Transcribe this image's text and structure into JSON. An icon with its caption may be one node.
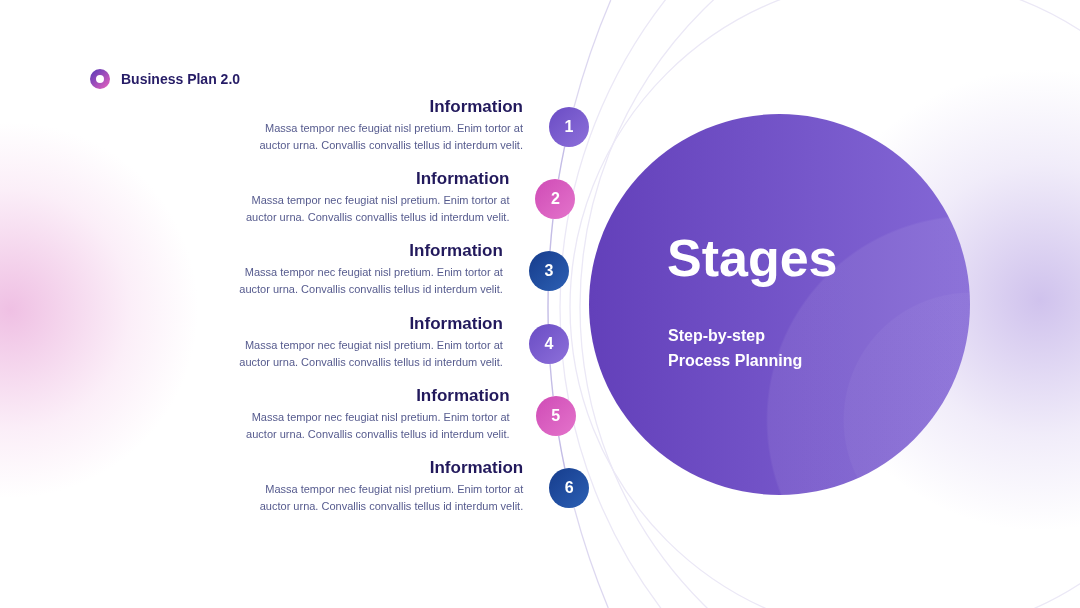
{
  "diagram": {
    "title": "Business Plan 2.0",
    "nodes": [
      {
        "text": [
          "1"
        ],
        "beside": [
          "Information",
          "Massa tempor nec feugiat nisl pretium. Enim tortor at auctor urna. Convallis convallis tellus id interdum velit."
        ]
      },
      {
        "text": [
          "2"
        ],
        "beside": [
          "Information",
          "Massa tempor nec feugiat nisl pretium. Enim tortor at auctor urna. Convallis convallis tellus id interdum velit."
        ]
      },
      {
        "text": [
          "3"
        ],
        "beside": [
          "Information",
          "Massa tempor nec feugiat nisl pretium. Enim tortor at auctor urna. Convallis convallis tellus id interdum velit."
        ]
      },
      {
        "text": [
          "4"
        ],
        "beside": [
          "Information",
          "Massa tempor nec feugiat nisl pretium. Enim tortor at auctor urna. Convallis convallis tellus id interdum velit."
        ]
      },
      {
        "text": [
          "5"
        ],
        "beside": [
          "Information",
          "Massa tempor nec feugiat nisl pretium. Enim tortor at auctor urna. Convallis convallis tellus id interdum velit."
        ]
      },
      {
        "text": [
          "6"
        ],
        "beside": [
          "Information",
          "Massa tempor nec feugiat nisl pretium. Enim tortor at auctor urna. Convallis convallis tellus id interdum velit."
        ]
      },
      {
        "text": [
          "Stages",
          "Step-by-step Process Planning"
        ]
      }
    ],
    "edges": [
      {
        "from": 0,
        "to": 1,
        "arrow": "none"
      },
      {
        "from": 1,
        "to": 2,
        "arrow": "none"
      },
      {
        "from": 2,
        "to": 3,
        "arrow": "none"
      },
      {
        "from": 3,
        "to": 4,
        "arrow": "none"
      },
      {
        "from": 4,
        "to": 5,
        "arrow": "none"
      }
    ]
  }
}
